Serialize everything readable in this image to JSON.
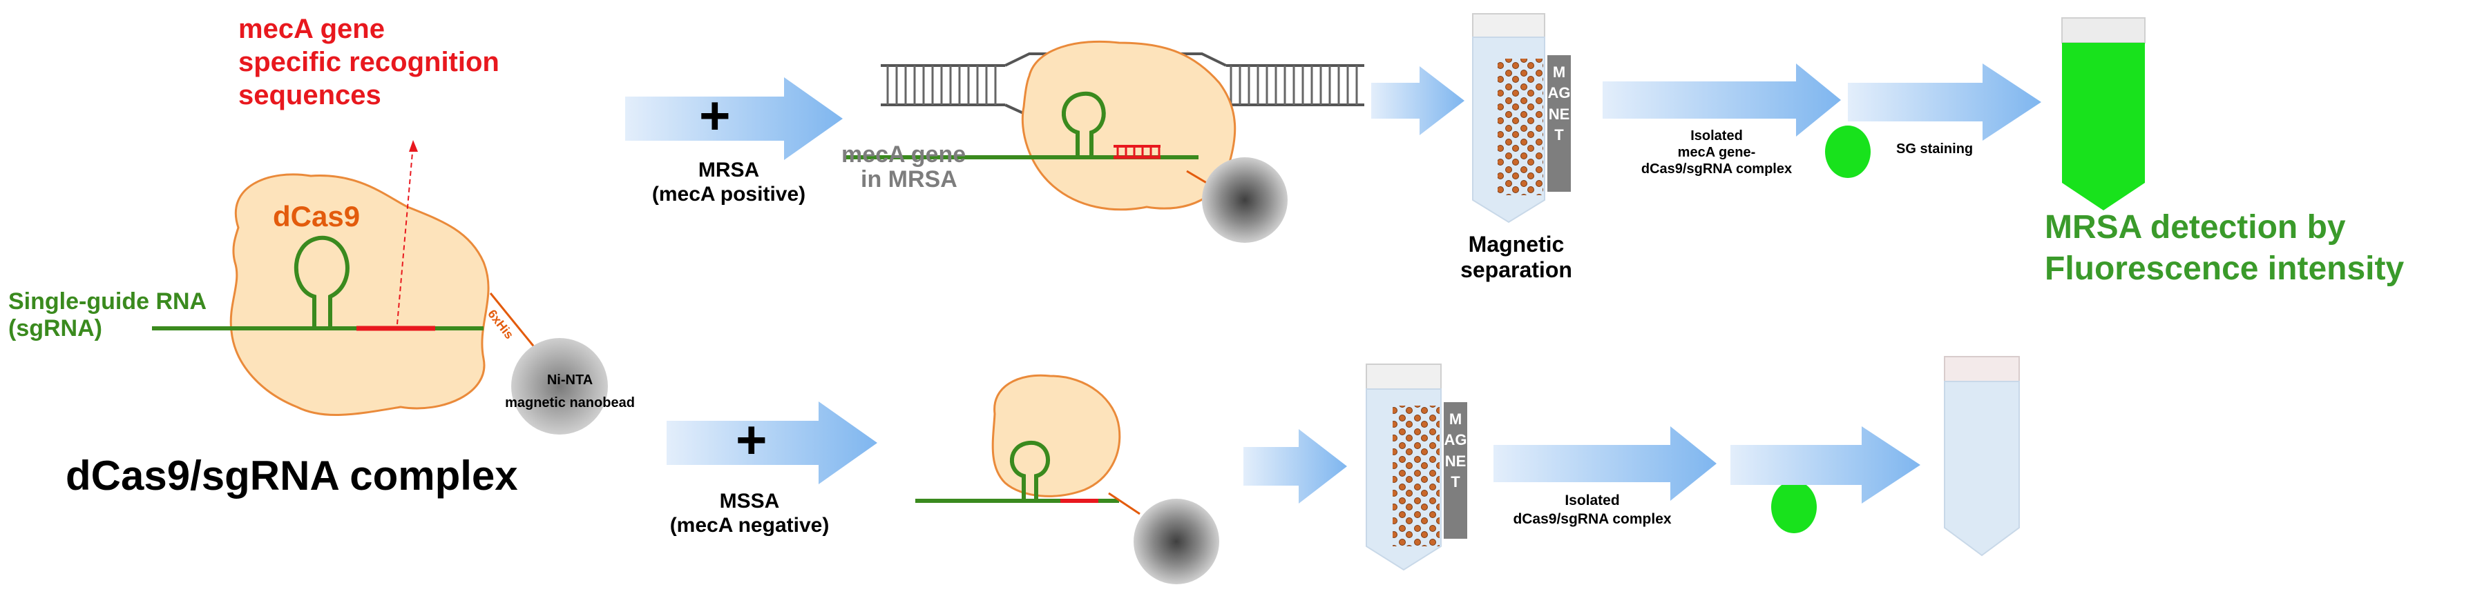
{
  "left_panel": {
    "recognition_label": [
      "mecA gene",
      "specific recognition",
      "sequences"
    ],
    "dcas9_label": "dCas9",
    "sgrna_label": [
      "Single-guide RNA",
      "(sgRNA)"
    ],
    "his_tag": "6xHis",
    "bead_label": [
      "Ni-NTA",
      "magnetic nanobead"
    ],
    "complex_title": "dCas9/sgRNA complex"
  },
  "top_row": {
    "sample_label": [
      "MRSA",
      "(mecA positive)"
    ],
    "gene_label": [
      "mecA gene",
      "in MRSA"
    ],
    "magnet_text": "MAGNET",
    "separation_label": [
      "Magnetic",
      "separation"
    ],
    "isolated_label": [
      "Isolated",
      "mecA gene-",
      "dCas9/sgRNA complex"
    ],
    "staining_label": "SG staining",
    "result_label": [
      "MRSA detection by",
      "Fluorescence intensity"
    ]
  },
  "bottom_row": {
    "sample_label": [
      "MSSA",
      "(mecA negative)"
    ],
    "magnet_text": "MAGNET",
    "isolated_label": [
      "Isolated",
      "dCas9/sgRNA complex"
    ]
  },
  "colors": {
    "blob_fill": "#fde3bb",
    "blob_stroke": "#ea8a3a",
    "rna_green": "#3a8a1e",
    "target_red": "#e8181e",
    "fluorescence_green": "#18e21c",
    "arrow_blue": "#8ec0f2",
    "tube_fill": "#dce9f5"
  }
}
